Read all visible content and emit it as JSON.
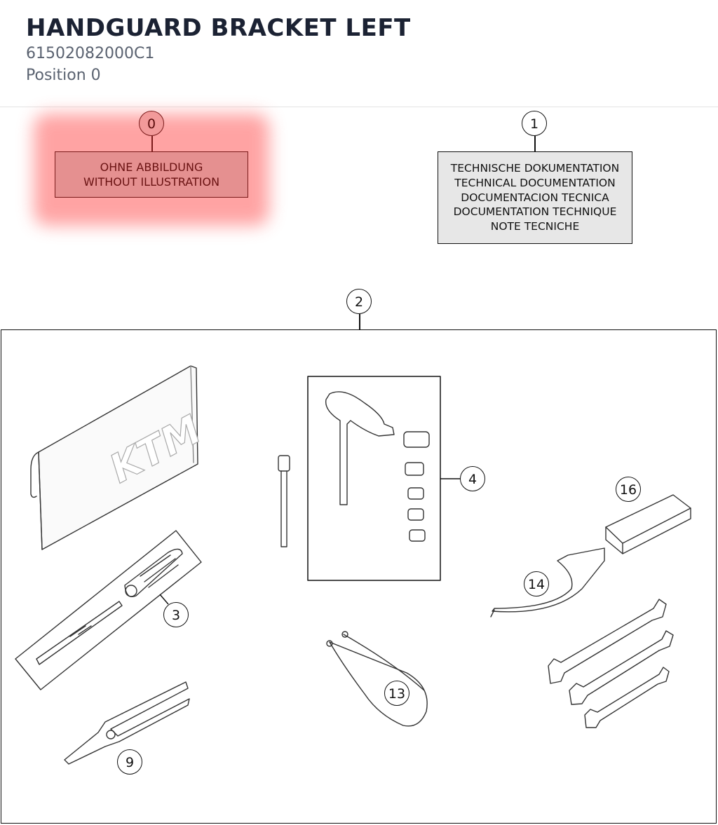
{
  "header": {
    "title": "HANDGUARD BRACKET LEFT",
    "part_number": "61502082000C1",
    "position": "Position 0"
  },
  "callouts": {
    "c0": "0",
    "c1": "1",
    "c2": "2",
    "c3": "3",
    "c4": "4",
    "c9": "9",
    "c13": "13",
    "c14": "14",
    "c16": "16"
  },
  "box0": {
    "line1": "OHNE ABBILDUNG",
    "line2": "WITHOUT ILLUSTRATION"
  },
  "box1": {
    "line1": "TECHNISCHE DOKUMENTATION",
    "line2": "TECHNICAL DOCUMENTATION",
    "line3": "DOCUMENTACION TECNICA",
    "line4": "DOCUMENTATION TECHNIQUE",
    "line5": "NOTE TECNICHE"
  },
  "logo_text": "KTM",
  "colors": {
    "highlight": "#ff9a9a",
    "ink": "#111111",
    "title": "#1b2233"
  }
}
